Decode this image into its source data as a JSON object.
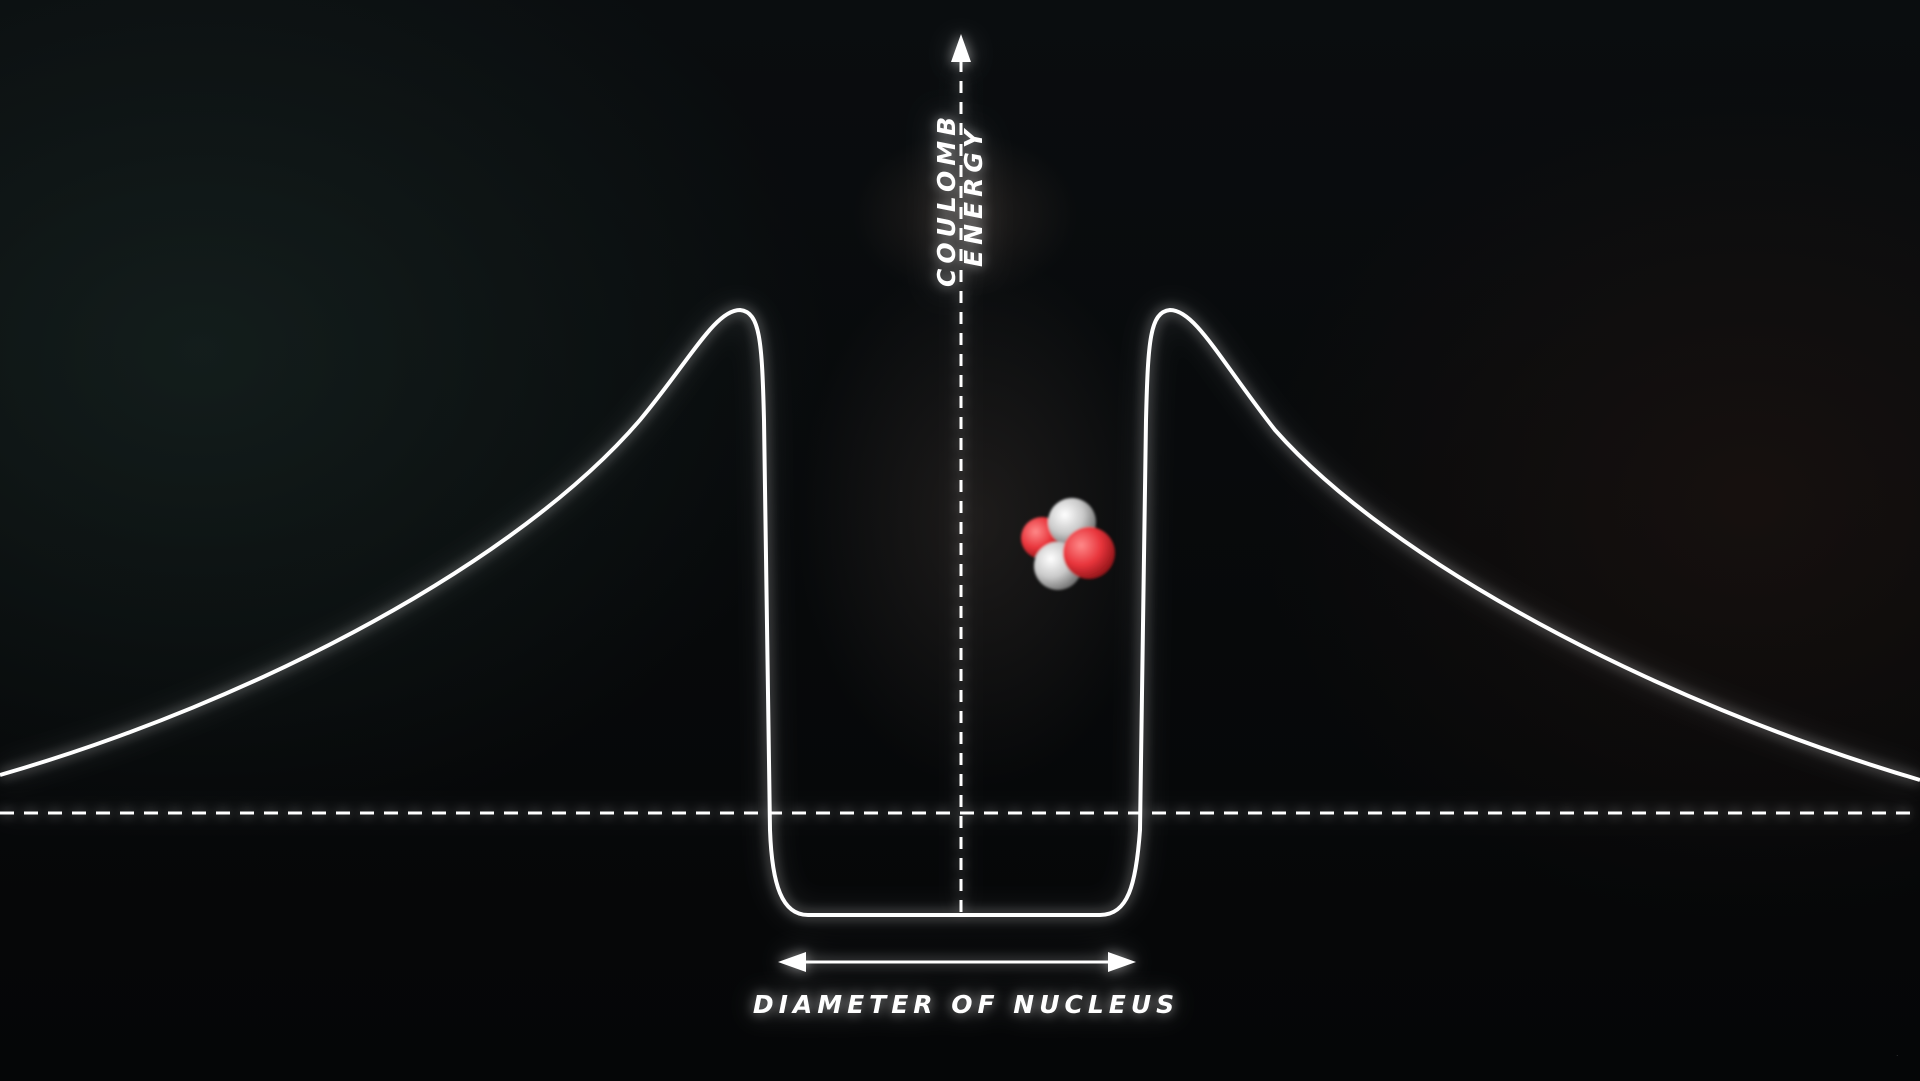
{
  "diagram": {
    "y_axis_label_line1": "COULOMB",
    "y_axis_label_line2": "ENERGY",
    "x_axis_label": "DIAMETER OF NUCLEUS",
    "nucleus_particle": {
      "protons": 2,
      "neutrons": 2,
      "proton_color": "#e8343b",
      "neutron_color": "#c9c9c9"
    },
    "line_color": "#ffffff"
  }
}
